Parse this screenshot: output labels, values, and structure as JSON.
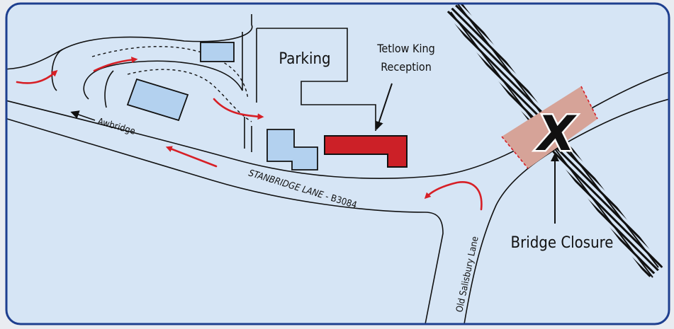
{
  "labels": {
    "parking": "Parking",
    "reception_line1": "Tetlow King",
    "reception_line2": "Reception",
    "road_main_a": "STANBRIDGE LANE",
    "road_main_b": " - B3084",
    "road_awbridge": "Awbridge",
    "road_old_salisbury": "Old Salisbury Lane",
    "bridge_closure": "Bridge Closure",
    "closure_mark": "X"
  },
  "colors": {
    "map_background": "#d6e5f5",
    "outer_background": "#e9ecf1",
    "frame_border": "#1e3f8f",
    "building": "#b3d1ef",
    "reception_building": "#cc2027",
    "traffic_arrow": "#d71f26",
    "bridge_area": "#d6a398",
    "bridge_edge": "#d71f26",
    "railway": "#111111",
    "road_outline": "#111111"
  },
  "icons": {
    "closure_marker": "x-closure-icon",
    "railway": "railway-track-icon",
    "traffic_direction": "red-arrow-icon",
    "label_pointer": "black-arrow-icon"
  }
}
